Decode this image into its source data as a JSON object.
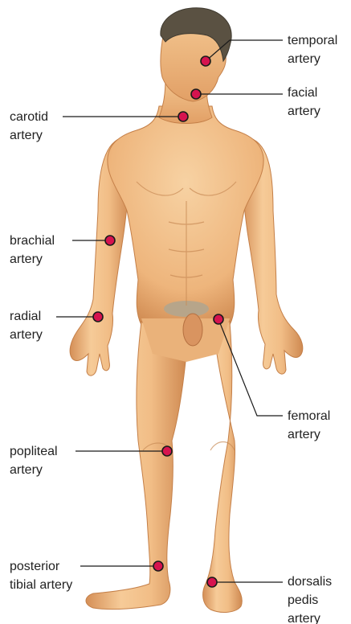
{
  "colors": {
    "pulse_point": "#d6134f",
    "pulse_point_outline": "#1a1a1a",
    "leader_line": "#1a1a1a",
    "skin_light": "#f4c794",
    "skin_mid": "#e8a56a",
    "skin_shadow": "#c98450",
    "hair": "#5a5142"
  },
  "labels": {
    "temporal": [
      "temporal",
      "artery"
    ],
    "facial": [
      "facial",
      "artery"
    ],
    "carotid": [
      "carotid",
      "artery"
    ],
    "brachial": [
      "brachial",
      "artery"
    ],
    "radial": [
      "radial",
      "artery"
    ],
    "femoral": [
      "femoral",
      "artery"
    ],
    "popliteal": [
      "popliteal",
      "artery"
    ],
    "posterior_tibial": [
      "posterior",
      "tibial artery"
    ],
    "dorsalis_pedis": [
      "dorsalis",
      "pedis",
      "artery"
    ]
  }
}
